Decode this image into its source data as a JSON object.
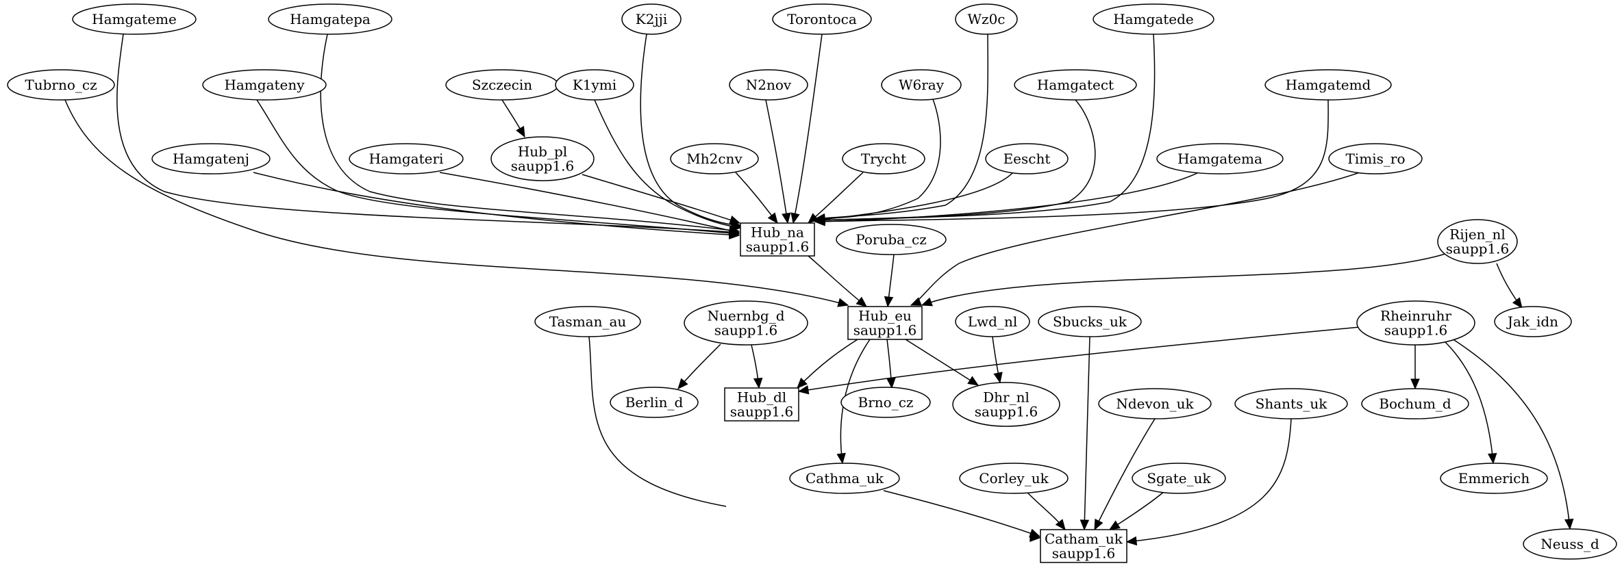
{
  "diagram": {
    "type": "directed-graph",
    "nodes": {
      "hamgateme": {
        "lines": [
          "Hamgateme"
        ],
        "shape": "ellipse"
      },
      "hamgatepa": {
        "lines": [
          "Hamgatepa"
        ],
        "shape": "ellipse"
      },
      "k2jji": {
        "lines": [
          "K2jji"
        ],
        "shape": "ellipse"
      },
      "torontoca": {
        "lines": [
          "Torontoca"
        ],
        "shape": "ellipse"
      },
      "wz0c": {
        "lines": [
          "Wz0c"
        ],
        "shape": "ellipse"
      },
      "hamgatede": {
        "lines": [
          "Hamgatede"
        ],
        "shape": "ellipse"
      },
      "tubrno_cz": {
        "lines": [
          "Tubrno_cz"
        ],
        "shape": "ellipse"
      },
      "hamgateny": {
        "lines": [
          "Hamgateny"
        ],
        "shape": "ellipse"
      },
      "szczecin": {
        "lines": [
          "Szczecin"
        ],
        "shape": "ellipse"
      },
      "k1ymi": {
        "lines": [
          "K1ymi"
        ],
        "shape": "ellipse"
      },
      "n2nov": {
        "lines": [
          "N2nov"
        ],
        "shape": "ellipse"
      },
      "w6ray": {
        "lines": [
          "W6ray"
        ],
        "shape": "ellipse"
      },
      "hamgatect": {
        "lines": [
          "Hamgatect"
        ],
        "shape": "ellipse"
      },
      "hamgatemd": {
        "lines": [
          "Hamgatemd"
        ],
        "shape": "ellipse"
      },
      "hamgatenj": {
        "lines": [
          "Hamgatenj"
        ],
        "shape": "ellipse"
      },
      "hamgateri": {
        "lines": [
          "Hamgateri"
        ],
        "shape": "ellipse"
      },
      "hub_pl": {
        "lines": [
          "Hub_pl",
          "saupp1.6"
        ],
        "shape": "ellipse"
      },
      "mh2cnv": {
        "lines": [
          "Mh2cnv"
        ],
        "shape": "ellipse"
      },
      "trycht": {
        "lines": [
          "Trycht"
        ],
        "shape": "ellipse"
      },
      "eescht": {
        "lines": [
          "Eescht"
        ],
        "shape": "ellipse"
      },
      "hamgatema": {
        "lines": [
          "Hamgatema"
        ],
        "shape": "ellipse"
      },
      "timis_ro": {
        "lines": [
          "Timis_ro"
        ],
        "shape": "ellipse"
      },
      "hub_na": {
        "lines": [
          "Hub_na",
          "saupp1.6"
        ],
        "shape": "box"
      },
      "poruba_cz": {
        "lines": [
          "Poruba_cz"
        ],
        "shape": "ellipse"
      },
      "rijen_nl": {
        "lines": [
          "Rijen_nl",
          "saupp1.6"
        ],
        "shape": "ellipse"
      },
      "hub_eu": {
        "lines": [
          "Hub_eu",
          "saupp1.6"
        ],
        "shape": "box"
      },
      "tasman_au": {
        "lines": [
          "Tasman_au"
        ],
        "shape": "ellipse"
      },
      "nuernbg_d": {
        "lines": [
          "Nuernbg_d",
          "saupp1.6"
        ],
        "shape": "ellipse"
      },
      "lwd_nl": {
        "lines": [
          "Lwd_nl"
        ],
        "shape": "ellipse"
      },
      "sbucks_uk": {
        "lines": [
          "Sbucks_uk"
        ],
        "shape": "ellipse"
      },
      "rheinruhr": {
        "lines": [
          "Rheinruhr",
          "saupp1.6"
        ],
        "shape": "ellipse"
      },
      "jak_idn": {
        "lines": [
          "Jak_idn"
        ],
        "shape": "ellipse"
      },
      "berlin_d": {
        "lines": [
          "Berlin_d"
        ],
        "shape": "ellipse"
      },
      "hub_dl": {
        "lines": [
          "Hub_dl",
          "saupp1.6"
        ],
        "shape": "box"
      },
      "brno_cz": {
        "lines": [
          "Brno_cz"
        ],
        "shape": "ellipse"
      },
      "dhr_nl": {
        "lines": [
          "Dhr_nl",
          "saupp1.6"
        ],
        "shape": "ellipse"
      },
      "ndevon_uk": {
        "lines": [
          "Ndevon_uk"
        ],
        "shape": "ellipse"
      },
      "shants_uk": {
        "lines": [
          "Shants_uk"
        ],
        "shape": "ellipse"
      },
      "bochum_d": {
        "lines": [
          "Bochum_d"
        ],
        "shape": "ellipse"
      },
      "cathma_uk": {
        "lines": [
          "Cathma_uk"
        ],
        "shape": "ellipse"
      },
      "corley_uk": {
        "lines": [
          "Corley_uk"
        ],
        "shape": "ellipse"
      },
      "sgate_uk": {
        "lines": [
          "Sgate_uk"
        ],
        "shape": "ellipse"
      },
      "emmerich": {
        "lines": [
          "Emmerich"
        ],
        "shape": "ellipse"
      },
      "catham_uk": {
        "lines": [
          "Catham_uk",
          "saupp1.6"
        ],
        "shape": "box"
      },
      "neuss_d": {
        "lines": [
          "Neuss_d"
        ],
        "shape": "ellipse"
      }
    },
    "edges": [
      [
        "hamgateme",
        "hub_na"
      ],
      [
        "hamgatepa",
        "hub_na"
      ],
      [
        "k2jji",
        "hub_na"
      ],
      [
        "torontoca",
        "hub_na"
      ],
      [
        "wz0c",
        "hub_na"
      ],
      [
        "hamgatede",
        "hub_na"
      ],
      [
        "hamgateny",
        "hub_na"
      ],
      [
        "k1ymi",
        "hub_na"
      ],
      [
        "n2nov",
        "hub_na"
      ],
      [
        "w6ray",
        "hub_na"
      ],
      [
        "hamgatect",
        "hub_na"
      ],
      [
        "hamgatemd",
        "hub_na"
      ],
      [
        "hamgatenj",
        "hub_na"
      ],
      [
        "hamgateri",
        "hub_na"
      ],
      [
        "hub_pl",
        "hub_na"
      ],
      [
        "mh2cnv",
        "hub_na"
      ],
      [
        "trycht",
        "hub_na"
      ],
      [
        "eescht",
        "hub_na"
      ],
      [
        "hamgatema",
        "hub_na"
      ],
      [
        "szczecin",
        "hub_pl"
      ],
      [
        "tubrno_cz",
        "hub_eu"
      ],
      [
        "hub_na",
        "hub_eu"
      ],
      [
        "poruba_cz",
        "hub_eu"
      ],
      [
        "timis_ro",
        "hub_eu"
      ],
      [
        "rijen_nl",
        "hub_eu"
      ],
      [
        "rijen_nl",
        "jak_idn"
      ],
      [
        "hub_eu",
        "hub_dl"
      ],
      [
        "hub_eu",
        "brno_cz"
      ],
      [
        "hub_eu",
        "dhr_nl"
      ],
      [
        "hub_eu",
        "cathma_uk"
      ],
      [
        "nuernbg_d",
        "berlin_d"
      ],
      [
        "nuernbg_d",
        "hub_dl"
      ],
      [
        "lwd_nl",
        "dhr_nl"
      ],
      [
        "rheinruhr",
        "hub_dl"
      ],
      [
        "rheinruhr",
        "bochum_d"
      ],
      [
        "rheinruhr",
        "emmerich"
      ],
      [
        "rheinruhr",
        "neuss_d"
      ],
      [
        "tasman_au",
        "catham_uk"
      ],
      [
        "sbucks_uk",
        "catham_uk"
      ],
      [
        "ndevon_uk",
        "catham_uk"
      ],
      [
        "shants_uk",
        "catham_uk"
      ],
      [
        "cathma_uk",
        "catham_uk"
      ],
      [
        "corley_uk",
        "catham_uk"
      ],
      [
        "sgate_uk",
        "catham_uk"
      ]
    ]
  }
}
